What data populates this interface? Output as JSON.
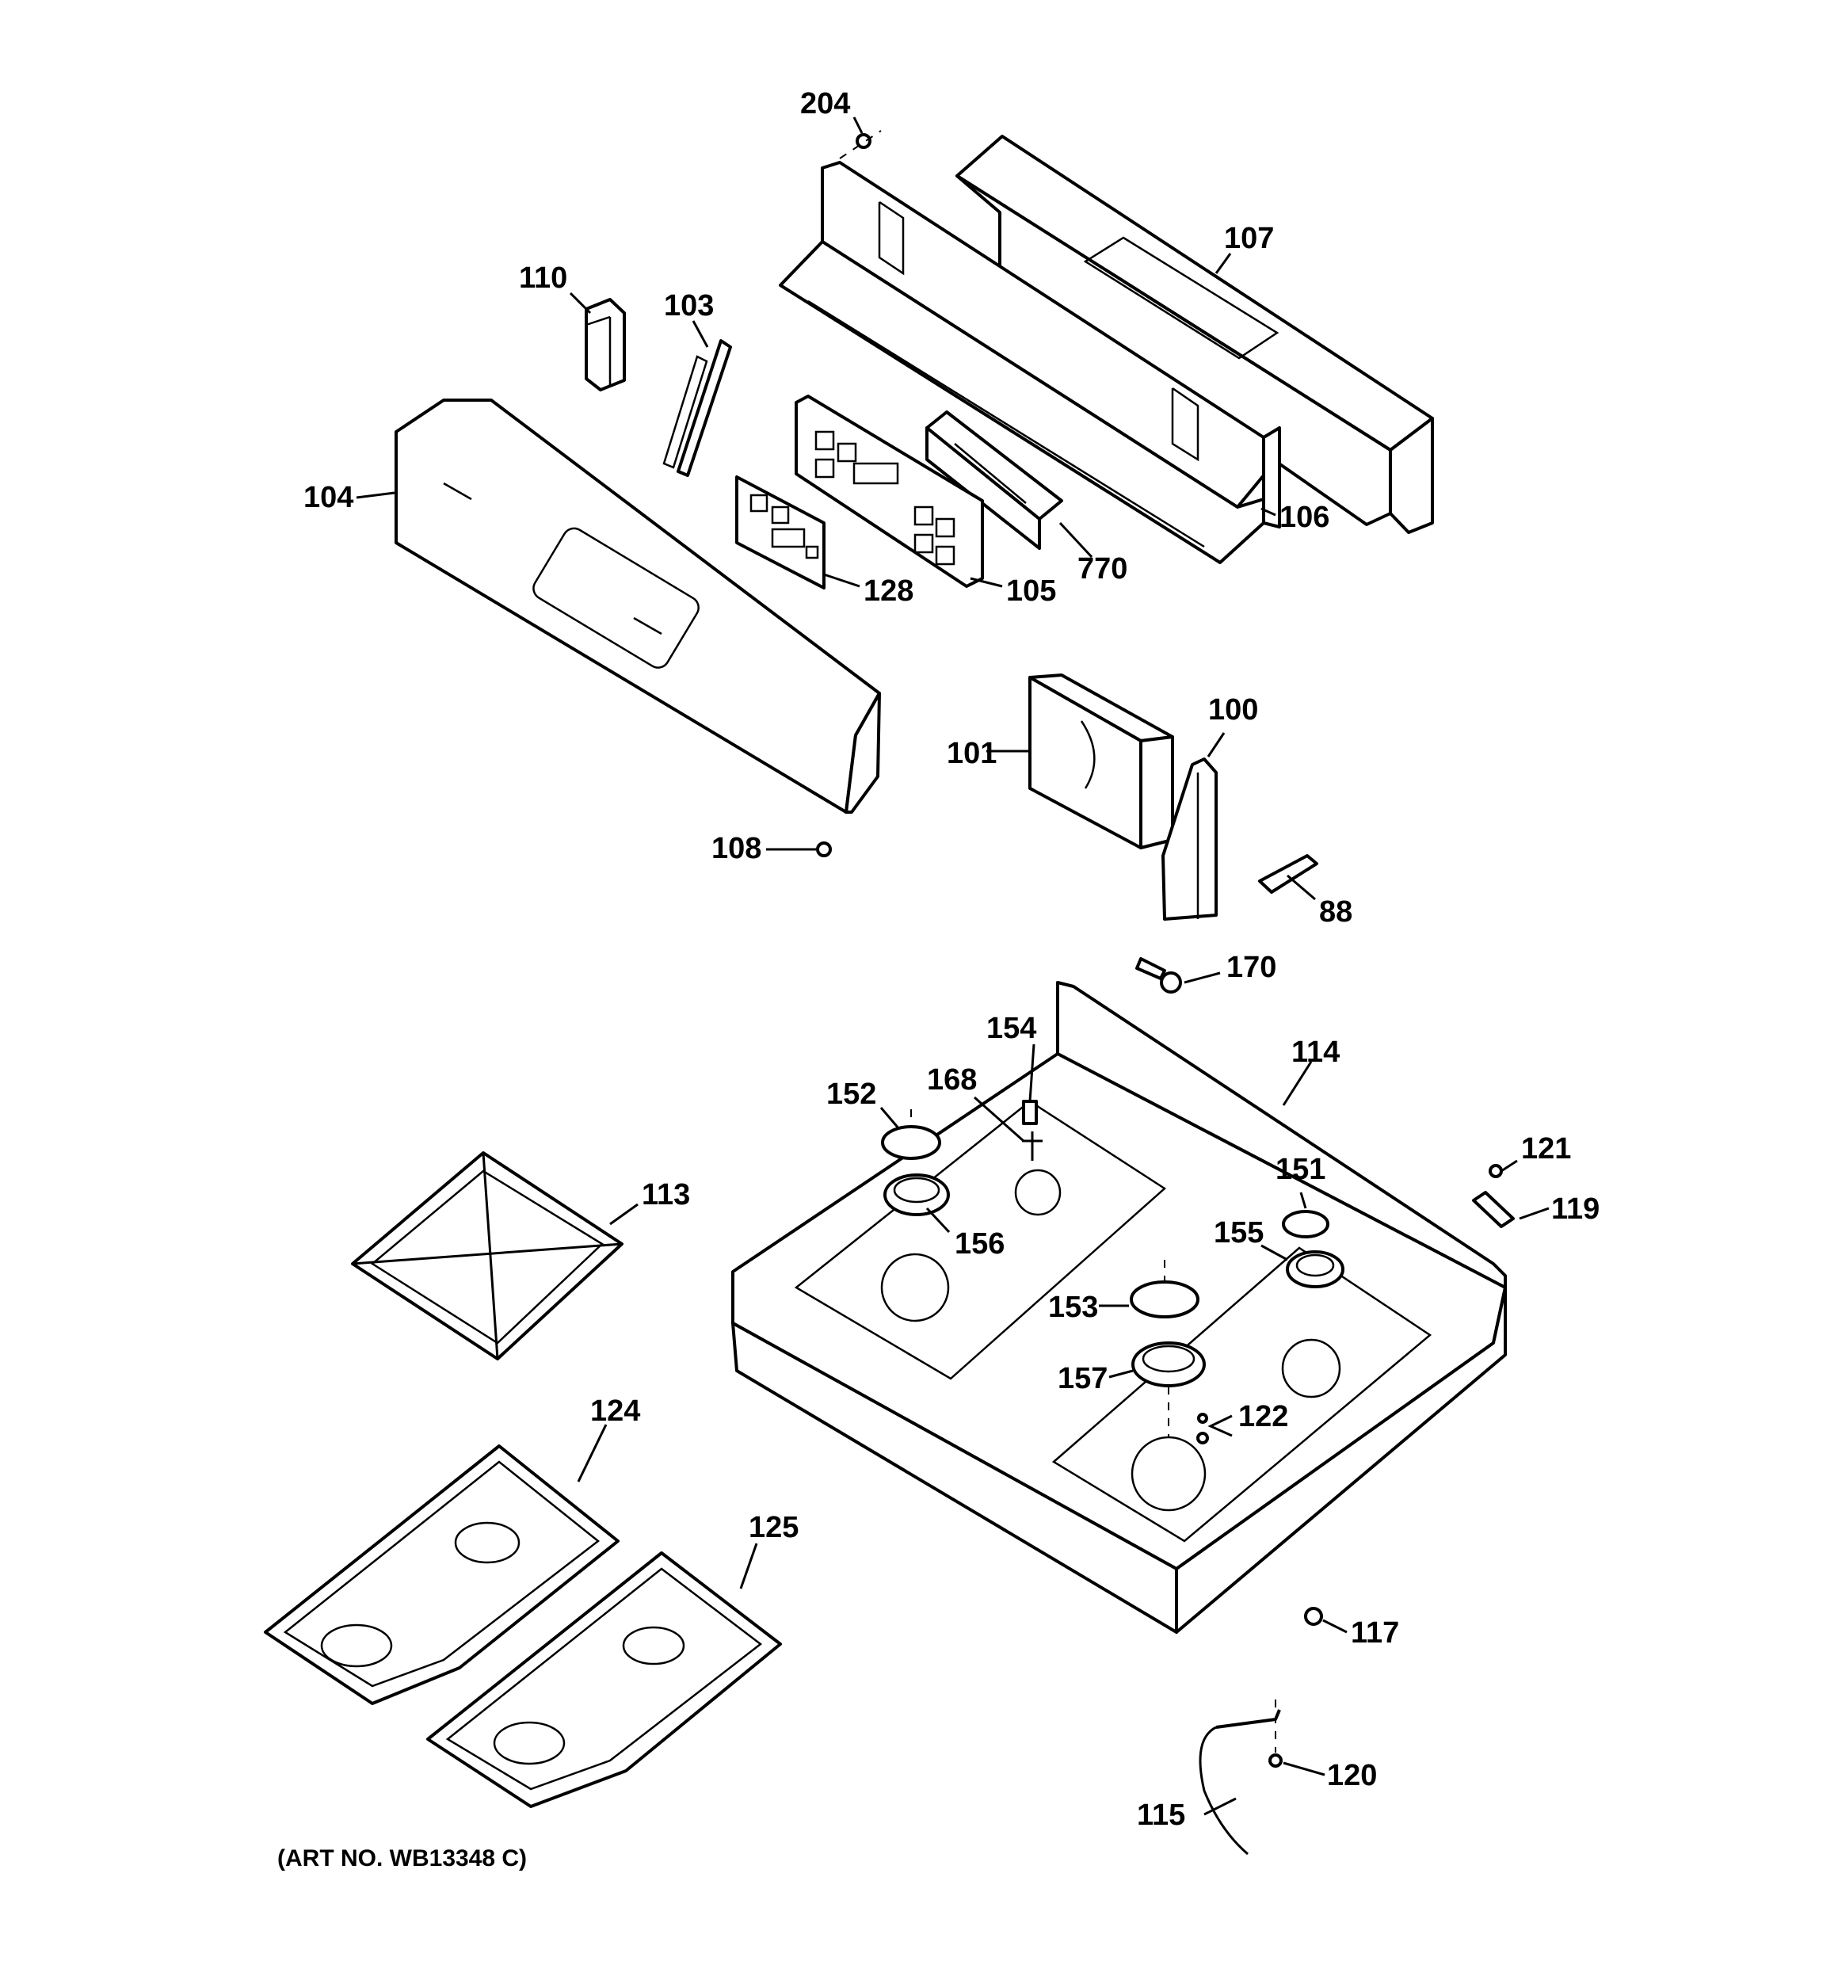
{
  "labels": {
    "l204": "204",
    "l107": "107",
    "l110": "110",
    "l103": "103",
    "l104": "104",
    "l106": "106",
    "l770": "770",
    "l128": "128",
    "l105": "105",
    "l100": "100",
    "l101": "101",
    "l108": "108",
    "l88": "88",
    "l170": "170",
    "l154": "154",
    "l114": "114",
    "l168": "168",
    "l152": "152",
    "l113": "113",
    "l156": "156",
    "l121": "121",
    "l151": "151",
    "l119": "119",
    "l155": "155",
    "l153": "153",
    "l157": "157",
    "l122": "122",
    "l124": "124",
    "l125": "125",
    "l117": "117",
    "l120": "120",
    "l115": "115"
  },
  "art_number": "(ART NO. WB13348 C)",
  "colors": {
    "ink": "#000000",
    "paper": "#ffffff"
  }
}
